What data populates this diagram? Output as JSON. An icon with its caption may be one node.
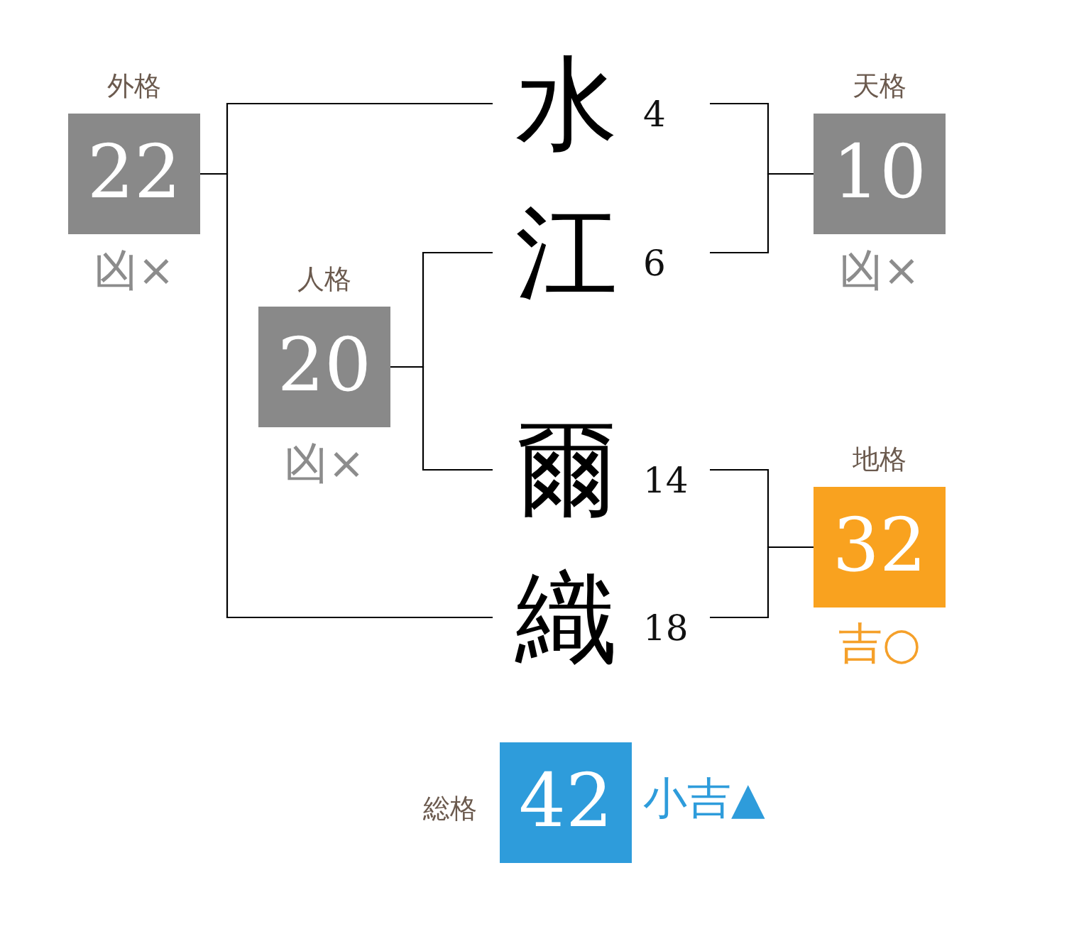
{
  "diagram": {
    "nodes": [
      {
        "text": [
          "外格",
          "22"
        ],
        "beside": [
          "凶×"
        ]
      },
      {
        "text": [
          "水"
        ],
        "beside": [
          "4"
        ]
      },
      {
        "text": [
          "天格",
          "10"
        ],
        "beside": [
          "凶×"
        ]
      },
      {
        "text": [
          "江"
        ],
        "beside": [
          "6"
        ]
      },
      {
        "text": [
          "人格",
          "20"
        ],
        "beside": [
          "凶×"
        ]
      },
      {
        "text": [
          "爾"
        ],
        "beside": [
          "14"
        ]
      },
      {
        "text": [
          "地格",
          "32"
        ],
        "beside": [
          "吉○"
        ]
      },
      {
        "text": [
          "織"
        ],
        "beside": [
          "18"
        ]
      },
      {
        "text": [
          "総格",
          "42"
        ],
        "beside": [
          "小吉▲"
        ]
      }
    ],
    "edges": [
      {
        "from": 1,
        "to": 2,
        "arrow": "none"
      },
      {
        "from": 3,
        "to": 2,
        "arrow": "none"
      },
      {
        "from": 3,
        "to": 4,
        "arrow": "none"
      },
      {
        "from": 5,
        "to": 4,
        "arrow": "none"
      },
      {
        "from": 5,
        "to": 6,
        "arrow": "none"
      },
      {
        "from": 7,
        "to": 6,
        "arrow": "none"
      },
      {
        "from": 1,
        "to": 0,
        "arrow": "none"
      },
      {
        "from": 7,
        "to": 0,
        "arrow": "none"
      }
    ]
  }
}
